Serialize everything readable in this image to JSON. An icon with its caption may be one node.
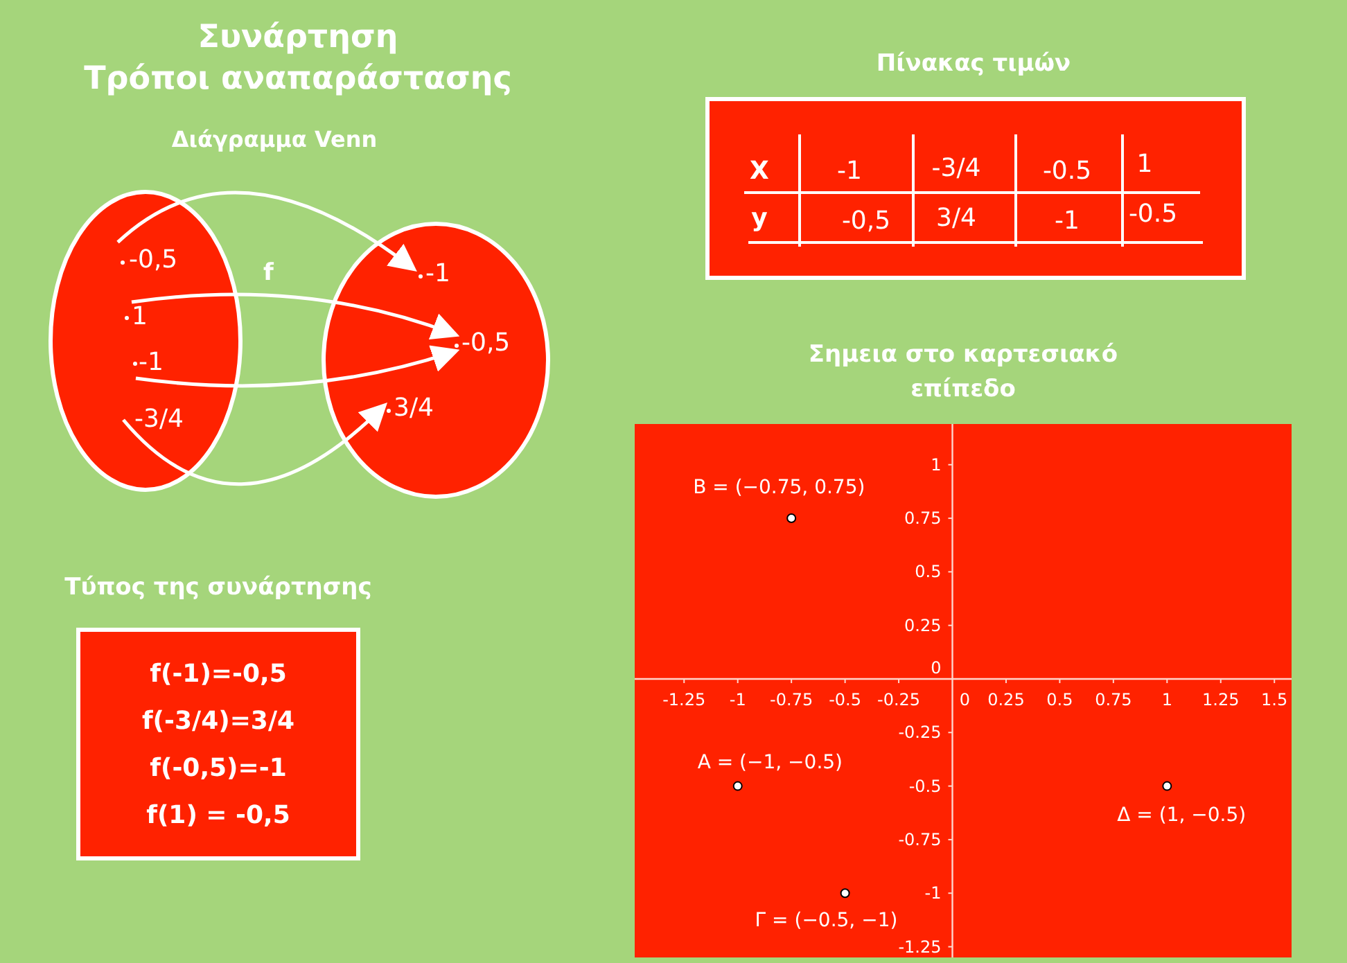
{
  "diagram": {
    "title": "Συνάρτηση Τρόποι αναπαράστασης",
    "nodes": [
      {
        "text": [],
        "shape": "ellipse"
      },
      {
        "text": [],
        "shape": "ellipse"
      },
      {
        "text": [
          "-0,5"
        ],
        "in": 0
      },
      {
        "text": [
          "1"
        ],
        "in": 0
      },
      {
        "text": [
          "-1"
        ],
        "in": 0
      },
      {
        "text": [
          "-3/4"
        ],
        "in": 0
      },
      {
        "text": [
          "-1"
        ],
        "in": 1
      },
      {
        "text": [
          "-0,5"
        ],
        "in": 1
      },
      {
        "text": [
          "3/4"
        ],
        "in": 1
      },
      {
        "text": [
          "Τύπος της συνάρτησης",
          "f(-1)=-0,5",
          "f(-3/4)=3/4",
          "f(-0,5)=-1",
          "f(1) = -0,5"
        ]
      },
      {
        "text": [
          "Πίνακας τιμών"
        ]
      }
    ],
    "edges": [
      {
        "from": 2,
        "to": 6,
        "arrow": "to"
      },
      {
        "from": 3,
        "to": 7,
        "arrow": "to"
      },
      {
        "from": 4,
        "to": 7,
        "arrow": "to"
      },
      {
        "from": 5,
        "to": 8,
        "arrow": "to"
      }
    ],
    "labels": [
      "Διάγραμμα Venn",
      "f",
      "X",
      "-1",
      "-3/4",
      "-0.5",
      "1",
      "y",
      "-0,5",
      "3/4",
      "-1",
      "-0.5",
      "0",
      "0"
    ],
    "chart_data": {
      "type": "scatter",
      "title": "Σημεια στο καρτεσιακό επίπεδο",
      "x": [
        -1,
        -0.75,
        -0.5,
        1
      ],
      "series": [
        {
          "color": "#ffffff",
          "values": [
            -0.5,
            0.75,
            -1,
            -0.5
          ]
        }
      ],
      "xlim": [
        -1.48,
        1.58
      ],
      "ylim": [
        -1.3,
        1.19
      ],
      "xticks": [
        -1.25,
        -1,
        -0.75,
        -0.5,
        -0.25,
        0.25,
        0.5,
        0.75,
        1,
        1.25,
        1.5
      ],
      "yticks": [
        -1.25,
        -1,
        -0.75,
        -0.5,
        -0.25,
        0.25,
        0.5,
        0.75,
        1
      ],
      "annotations": [
        {
          "text": "A = (−1, −0.5)",
          "x": -1,
          "y": -0.5
        },
        {
          "text": "B = (−0.75, 0.75)",
          "x": -0.75,
          "y": 0.75
        },
        {
          "text": "Γ = (−0.5, −1)",
          "x": -0.5,
          "y": -1
        },
        {
          "text": "Δ = (1, −0.5)",
          "x": 1,
          "y": -0.5
        }
      ]
    }
  }
}
